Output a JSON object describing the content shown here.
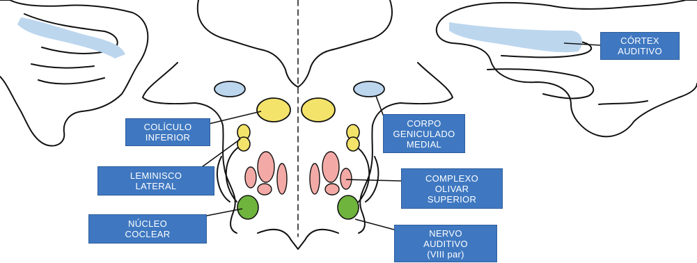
{
  "labels": {
    "cortex": [
      "CÓRTEX",
      "AUDITIVO"
    ],
    "colliculus": [
      "COLÍCULO",
      "INFERIOR"
    ],
    "geniculate": [
      "CORPO",
      "GENICULADO",
      "MEDIAL"
    ],
    "lemniscus": [
      "LEMINISCO",
      "LATERAL"
    ],
    "olivary": [
      "COMPLEXO",
      "OLIVAR",
      "SUPERIOR"
    ],
    "cochlear": [
      "NÚCLEO",
      "COCLEAR"
    ],
    "nerve": [
      "NERVO",
      "AUDITIVO",
      "(VIII par)"
    ]
  },
  "colors": {
    "cortex_fill": "#bcd6ee",
    "colliculus_fill": "#f4e36a",
    "olivary_fill": "#f3aaa6",
    "cochlear_fill": "#6fb43d",
    "label_bg": "#3f78c1",
    "outline": "#111111"
  }
}
